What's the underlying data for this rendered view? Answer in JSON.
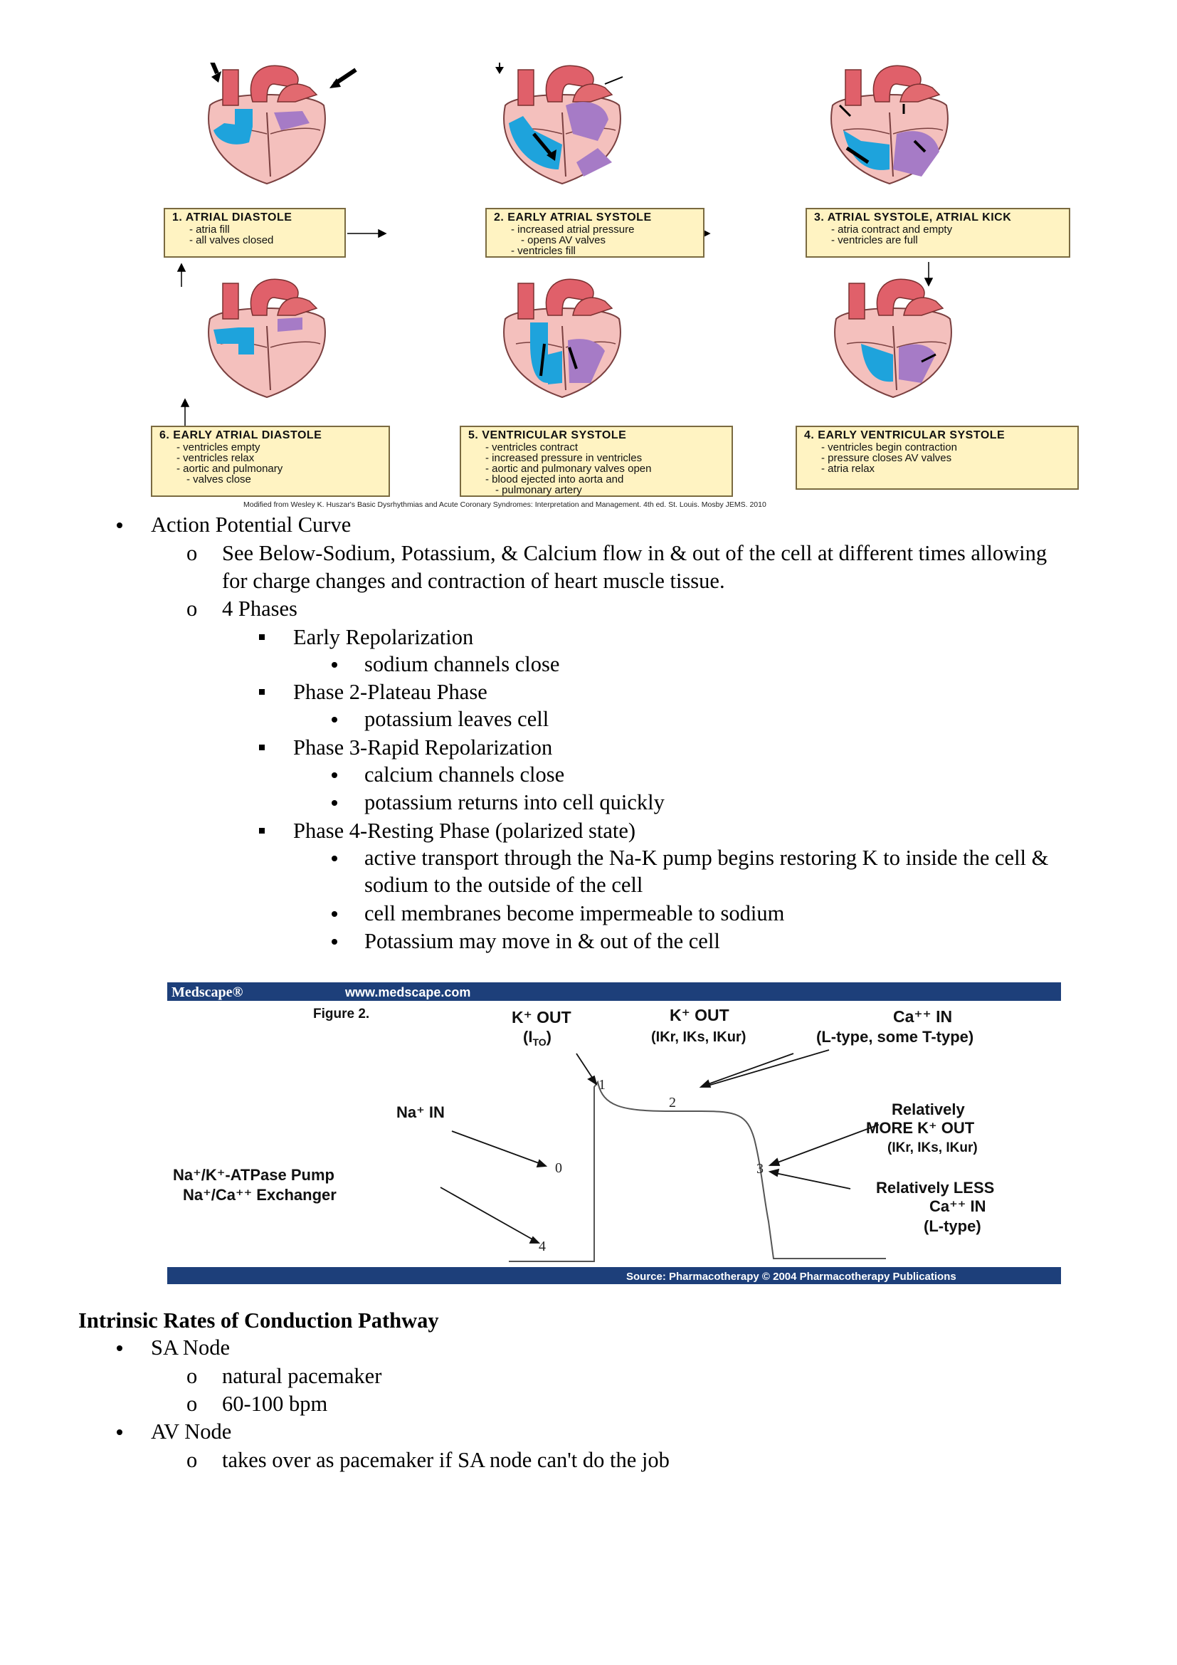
{
  "cycle_figure": {
    "boxes": [
      {
        "title": "1.  ATRIAL DIASTOLE",
        "items": [
          "atria fill",
          "all valves closed"
        ]
      },
      {
        "title": "2.  EARLY ATRIAL SYSTOLE",
        "items": [
          "increased atrial pressure",
          "opens AV valves",
          "ventricles fill"
        ]
      },
      {
        "title": "3.  ATRIAL SYSTOLE, ATRIAL KICK",
        "items": [
          "atria contract and empty",
          "ventricles are full"
        ]
      },
      {
        "title": "4.  EARLY VENTRICULAR SYSTOLE",
        "items": [
          "ventricles begin contraction",
          "pressure closes AV valves",
          "atria relax"
        ]
      },
      {
        "title": "5.  VENTRICULAR SYSTOLE",
        "items": [
          "ventricles contract",
          "increased pressure in ventricles",
          "aortic and pulmonary valves open",
          "blood ejected into aorta and",
          "pulmonary artery"
        ]
      },
      {
        "title": "6.  EARLY ATRIAL DIASTOLE",
        "items": [
          "ventricles empty",
          "ventricles relax",
          "aortic and pulmonary",
          "valves close"
        ]
      }
    ],
    "credit": "Modified from Wesley K. Huszar's Basic Dysrhythmias and Acute Coronary Syndromes: Interpretation and Management. 4th ed. St. Louis. Mosby JEMS. 2010"
  },
  "outline": {
    "item1": "Action Potential Curve",
    "sub1": "See Below-Sodium, Potassium, & Calcium flow in & out of the cell at different times allowing",
    "sub1b": "for charge changes and contraction of heart muscle tissue.",
    "sub2": "4 Phases",
    "phase_a": "Early Repolarization",
    "phase_a1": "sodium channels close",
    "phase_b": "Phase 2-Plateau Phase",
    "phase_b1": "potassium leaves cell",
    "phase_c": "Phase 3-Rapid Repolarization",
    "phase_c1": "calcium channels close",
    "phase_c2": "potassium returns into cell quickly",
    "phase_d": "Phase 4-Resting Phase (polarized state)",
    "phase_d1": "active transport through the Na-K pump begins restoring K to inside the cell &",
    "phase_d1b": "sodium to the outside of the cell",
    "phase_d2": "cell membranes become impermeable to sodium",
    "phase_d3": "Potassium may move in & out of the cell"
  },
  "medscape": {
    "logo": "Medscape®",
    "url": "www.medscape.com",
    "figure": "Figure 2.",
    "source": "Source: Pharmacotherapy © 2004 Pharmacotherapy Publications",
    "phase_labels": [
      "0",
      "1",
      "2",
      "3",
      "4"
    ],
    "k_out_1": "K⁺ OUT",
    "k_out_1_sub": "(I",
    "k_out_1_sub_i": "TO",
    "k_out_2": "K⁺ OUT",
    "k_out_2_sub": "(IKr, IKs, IKur)",
    "ca_in": "Ca⁺⁺ IN",
    "ca_in_sub": "(L-type, some T-type)",
    "na_in": "Na⁺ IN",
    "pump_1": "Na⁺/K⁺-ATPase Pump",
    "pump_2": "Na⁺/Ca⁺⁺ Exchanger",
    "more_k_1": "Relatively",
    "more_k_2": "MORE K⁺ OUT",
    "more_k_3": "(IKr, IKs, IKur)",
    "less_ca_1": "Relatively LESS",
    "less_ca_2": "Ca⁺⁺ IN",
    "less_ca_3": "(L-type)"
  },
  "section2": {
    "heading": "Intrinsic Rates of Conduction Pathway",
    "sa": "SA Node",
    "sa1": "natural pacemaker",
    "sa2": "60-100 bpm",
    "av": "AV Node",
    "av1": "takes over as pacemaker if SA node can't do the job"
  }
}
